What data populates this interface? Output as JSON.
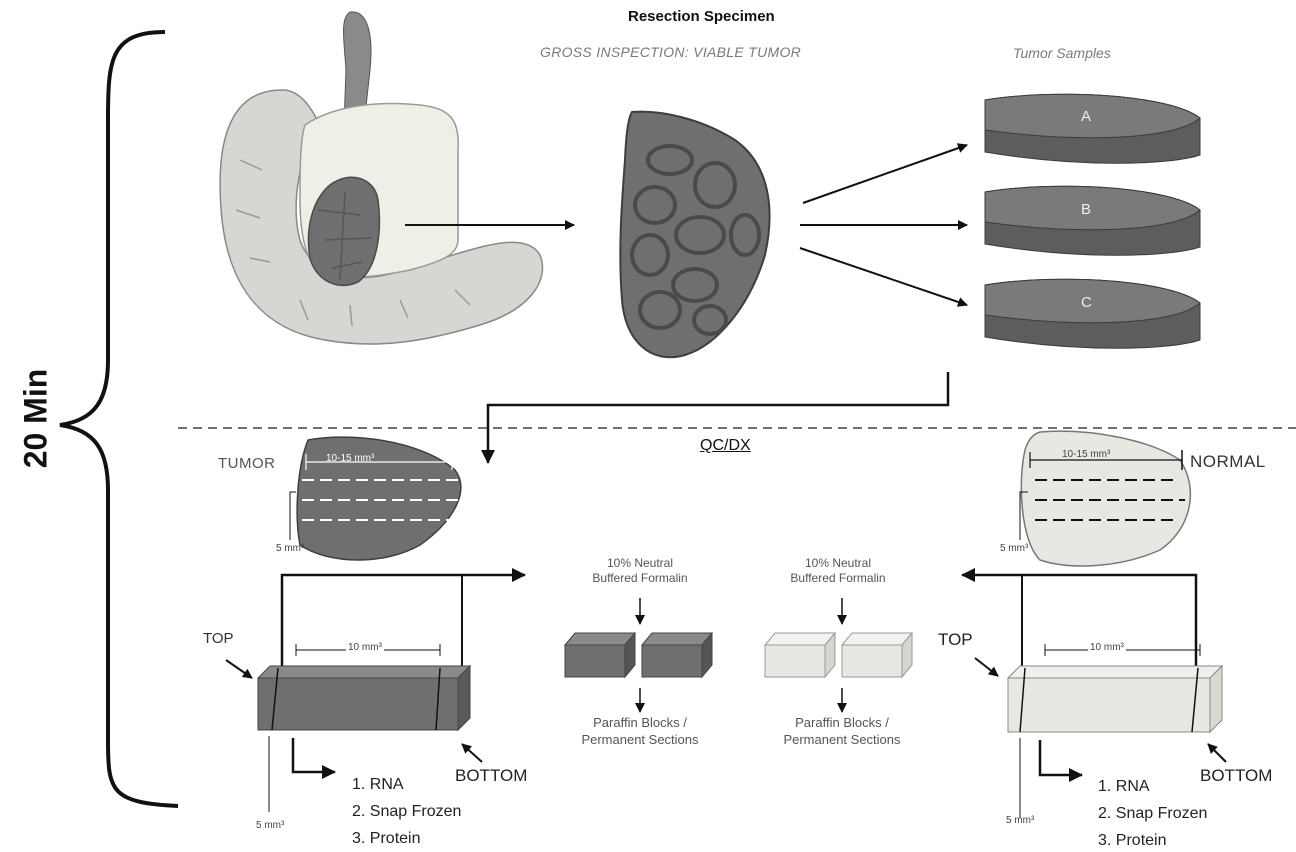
{
  "header": {
    "title": "Resection Specimen",
    "subtitle": "GROSS INSPECTION:  VIABLE  TUMOR",
    "samples_label": "Tumor Samples"
  },
  "timing_label": "20 Min",
  "samples": [
    "A",
    "B",
    "C"
  ],
  "qc_label": "QC/DX",
  "tumor": {
    "label": "TUMOR",
    "width_dim": "10-15 mm³",
    "depth_dim": "5 mm³",
    "block_dim": "10 mm³",
    "block_depth": "5 mm³",
    "top": "TOP",
    "bottom": "BOTTOM",
    "outputs": [
      "1. RNA",
      "2. Snap Frozen",
      "3. Protein"
    ]
  },
  "normal": {
    "label": "NORMAL",
    "width_dim": "10-15 mm³",
    "depth_dim": "5 mm³",
    "block_dim": "10 mm³",
    "block_depth": "5 mm³",
    "top": "TOP",
    "bottom": "BOTTOM",
    "outputs": [
      "1. RNA",
      "2.  Snap Frozen",
      "3. Protein"
    ]
  },
  "fixation": {
    "tumor_line1": "10% Neutral",
    "tumor_line2": "Buffered Formalin",
    "normal_line1": "10% Neutral",
    "normal_line2": "Buffered  Formalin",
    "tumor_result1": "Paraffin Blocks /",
    "tumor_result2": "Permanent Sections",
    "normal_result1": "Paraffin Blocks /",
    "normal_result2": "Permanent Sections"
  },
  "colors": {
    "tumor_fill": "#6f6f6f",
    "tumor_dark": "#4a4a4a",
    "normal_fill": "#e8e8e2",
    "organ_fill": "#d6d6d2",
    "line": "#111111"
  }
}
